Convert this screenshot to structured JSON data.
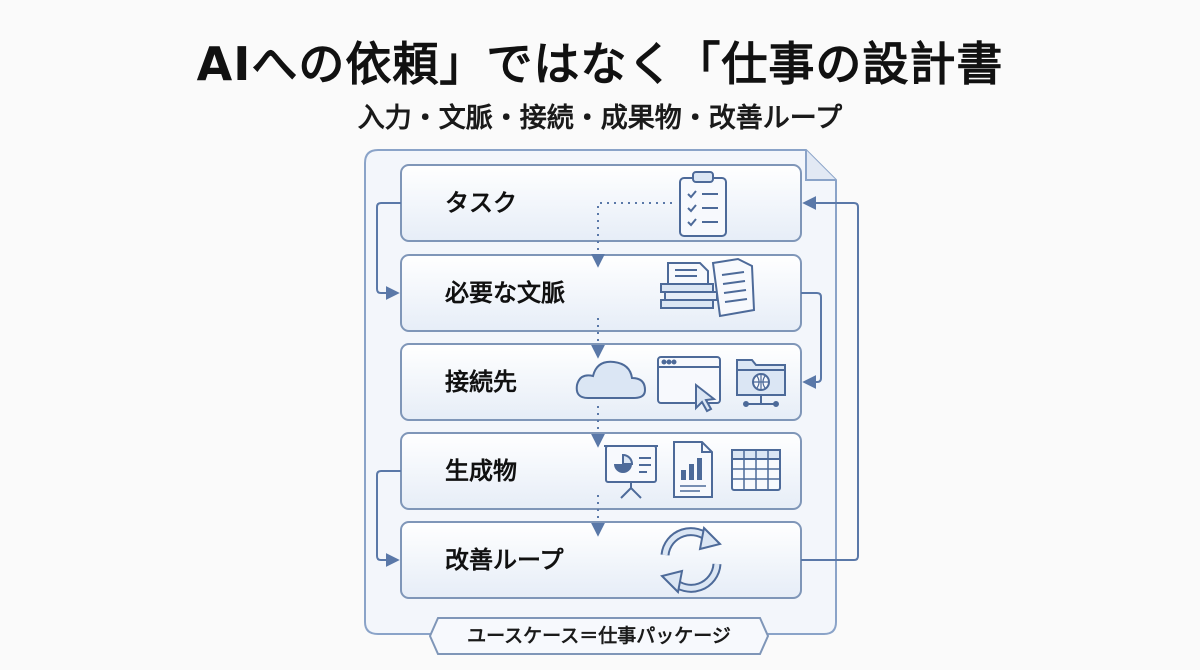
{
  "title": "AIへの依頼」ではなく「仕事の設計書",
  "subtitle": "入力・文脈・接続・成果物・改善ループ",
  "steps": [
    {
      "label": "タスク",
      "icons": [
        "clipboard-checklist-icon"
      ]
    },
    {
      "label": "必要な文脈",
      "icons": [
        "document-stack-icon"
      ]
    },
    {
      "label": "接続先",
      "icons": [
        "cloud-icon",
        "browser-window-icon",
        "network-folder-icon"
      ]
    },
    {
      "label": "生成物",
      "icons": [
        "presentation-board-icon",
        "report-document-icon",
        "spreadsheet-icon"
      ]
    },
    {
      "label": "改善ループ",
      "icons": [
        "refresh-cycle-icon"
      ]
    }
  ],
  "footer": "ユースケース＝仕事パッケージ",
  "colors": {
    "frame_stroke": "#8aa3c8",
    "card_fill": "#eef3fa",
    "card_stroke": "#7f96b8",
    "arrow": "#5a78a8",
    "icon_stroke": "#4d6a99",
    "icon_fill": "#dbe6f4"
  }
}
